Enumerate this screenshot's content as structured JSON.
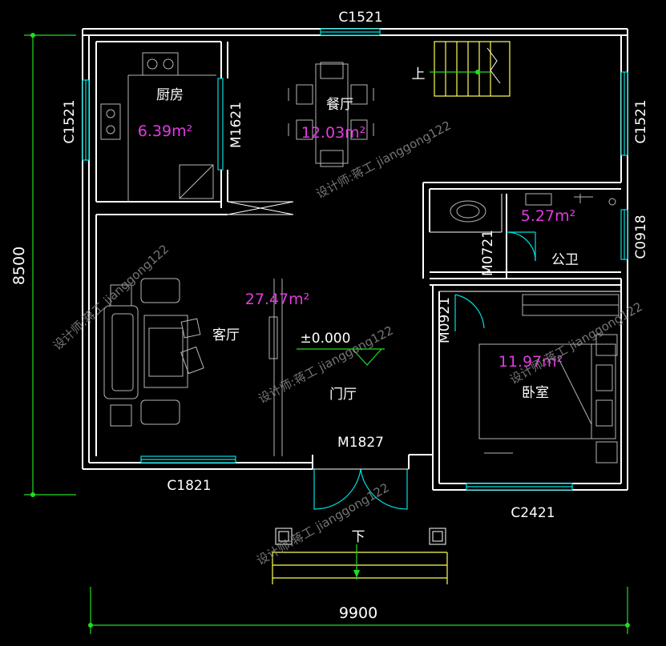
{
  "plan": {
    "dimensions": {
      "overall_width": "9900",
      "overall_height": "8500"
    },
    "windows": {
      "top": "C1521",
      "left_kitchen": "C1521",
      "right_dining": "C1521",
      "right_bath": "C0918",
      "bottom_living": "C1821",
      "bottom_bedroom": "C2421"
    },
    "doors": {
      "kitchen": "M1621",
      "bath": "M0721",
      "bedroom": "M0921",
      "entrance": "M1827"
    },
    "rooms": {
      "kitchen": {
        "name": "厨房",
        "area": "6.39m²"
      },
      "dining": {
        "name": "餐厅",
        "area": "12.03m²"
      },
      "bathroom": {
        "name": "公卫",
        "area": "5.27m²"
      },
      "living": {
        "name": "客厅",
        "area": "27.47m²"
      },
      "foyer": {
        "name": "门厅"
      },
      "bedroom": {
        "name": "卧室",
        "area": "11.97m²"
      }
    },
    "elevation": "±0.000",
    "stairs_up": "上",
    "steps_down": "下",
    "watermarks": [
      "设计师:蒋工 jianggong122",
      "设计师:蒋工 jianggong122",
      "设计师:蒋工 jianggong122",
      "设计师:蒋工 jianggong122",
      "设计师:蒋工 jianggong122"
    ],
    "colors": {
      "wall": "#ffffff",
      "window": "#00e0e0",
      "dimension": "#22dd22",
      "area_text": "#e03ce0",
      "stairs": "#ffff55"
    }
  }
}
